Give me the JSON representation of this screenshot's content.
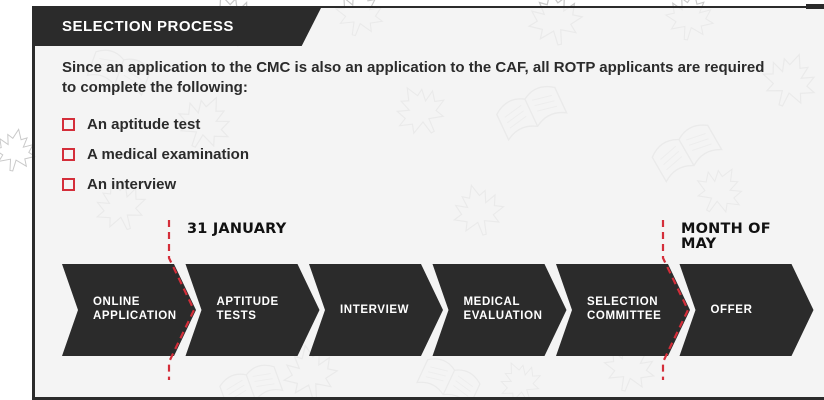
{
  "header": {
    "title": "SELECTION PROCESS"
  },
  "intro": "Since an application to the CMC is also an application to the CAF, all ROTP applicants are required to complete the following:",
  "requirements": [
    "An aptitude test",
    "A medical examination",
    "An interview"
  ],
  "timeline": {
    "markers": [
      {
        "label": "31 JANUARY"
      },
      {
        "label": "MONTH OF MAY"
      }
    ],
    "stages": [
      {
        "line1": "ONLINE",
        "line2": "APPLICATION"
      },
      {
        "line1": "APTITUDE",
        "line2": "TESTS"
      },
      {
        "line1": "INTERVIEW",
        "line2": ""
      },
      {
        "line1": "MEDICAL",
        "line2": "EVALUATION"
      },
      {
        "line1": "SELECTION",
        "line2": "COMMITTEE"
      },
      {
        "line1": "OFFER",
        "line2": ""
      }
    ]
  },
  "colors": {
    "dark": "#2b2b2b",
    "accent": "#d42e3a",
    "card_bg": "#f2f2f2"
  },
  "icons": [
    "maple-leaf-icon",
    "open-book-icon"
  ]
}
